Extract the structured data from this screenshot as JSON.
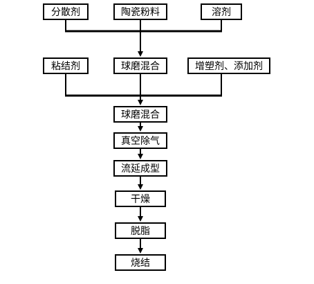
{
  "diagram": {
    "row1": {
      "dispersant": "分散剂",
      "ceramic_powder": "陶瓷粉料",
      "solvent": "溶剂"
    },
    "row2": {
      "binder": "粘结剂",
      "ball_mill_1": "球磨混合",
      "plasticizer": "增塑剂、添加剂"
    },
    "steps": [
      "球磨混合",
      "真空除气",
      "流延成型",
      "干燥",
      "脱脂",
      "烧结"
    ]
  }
}
